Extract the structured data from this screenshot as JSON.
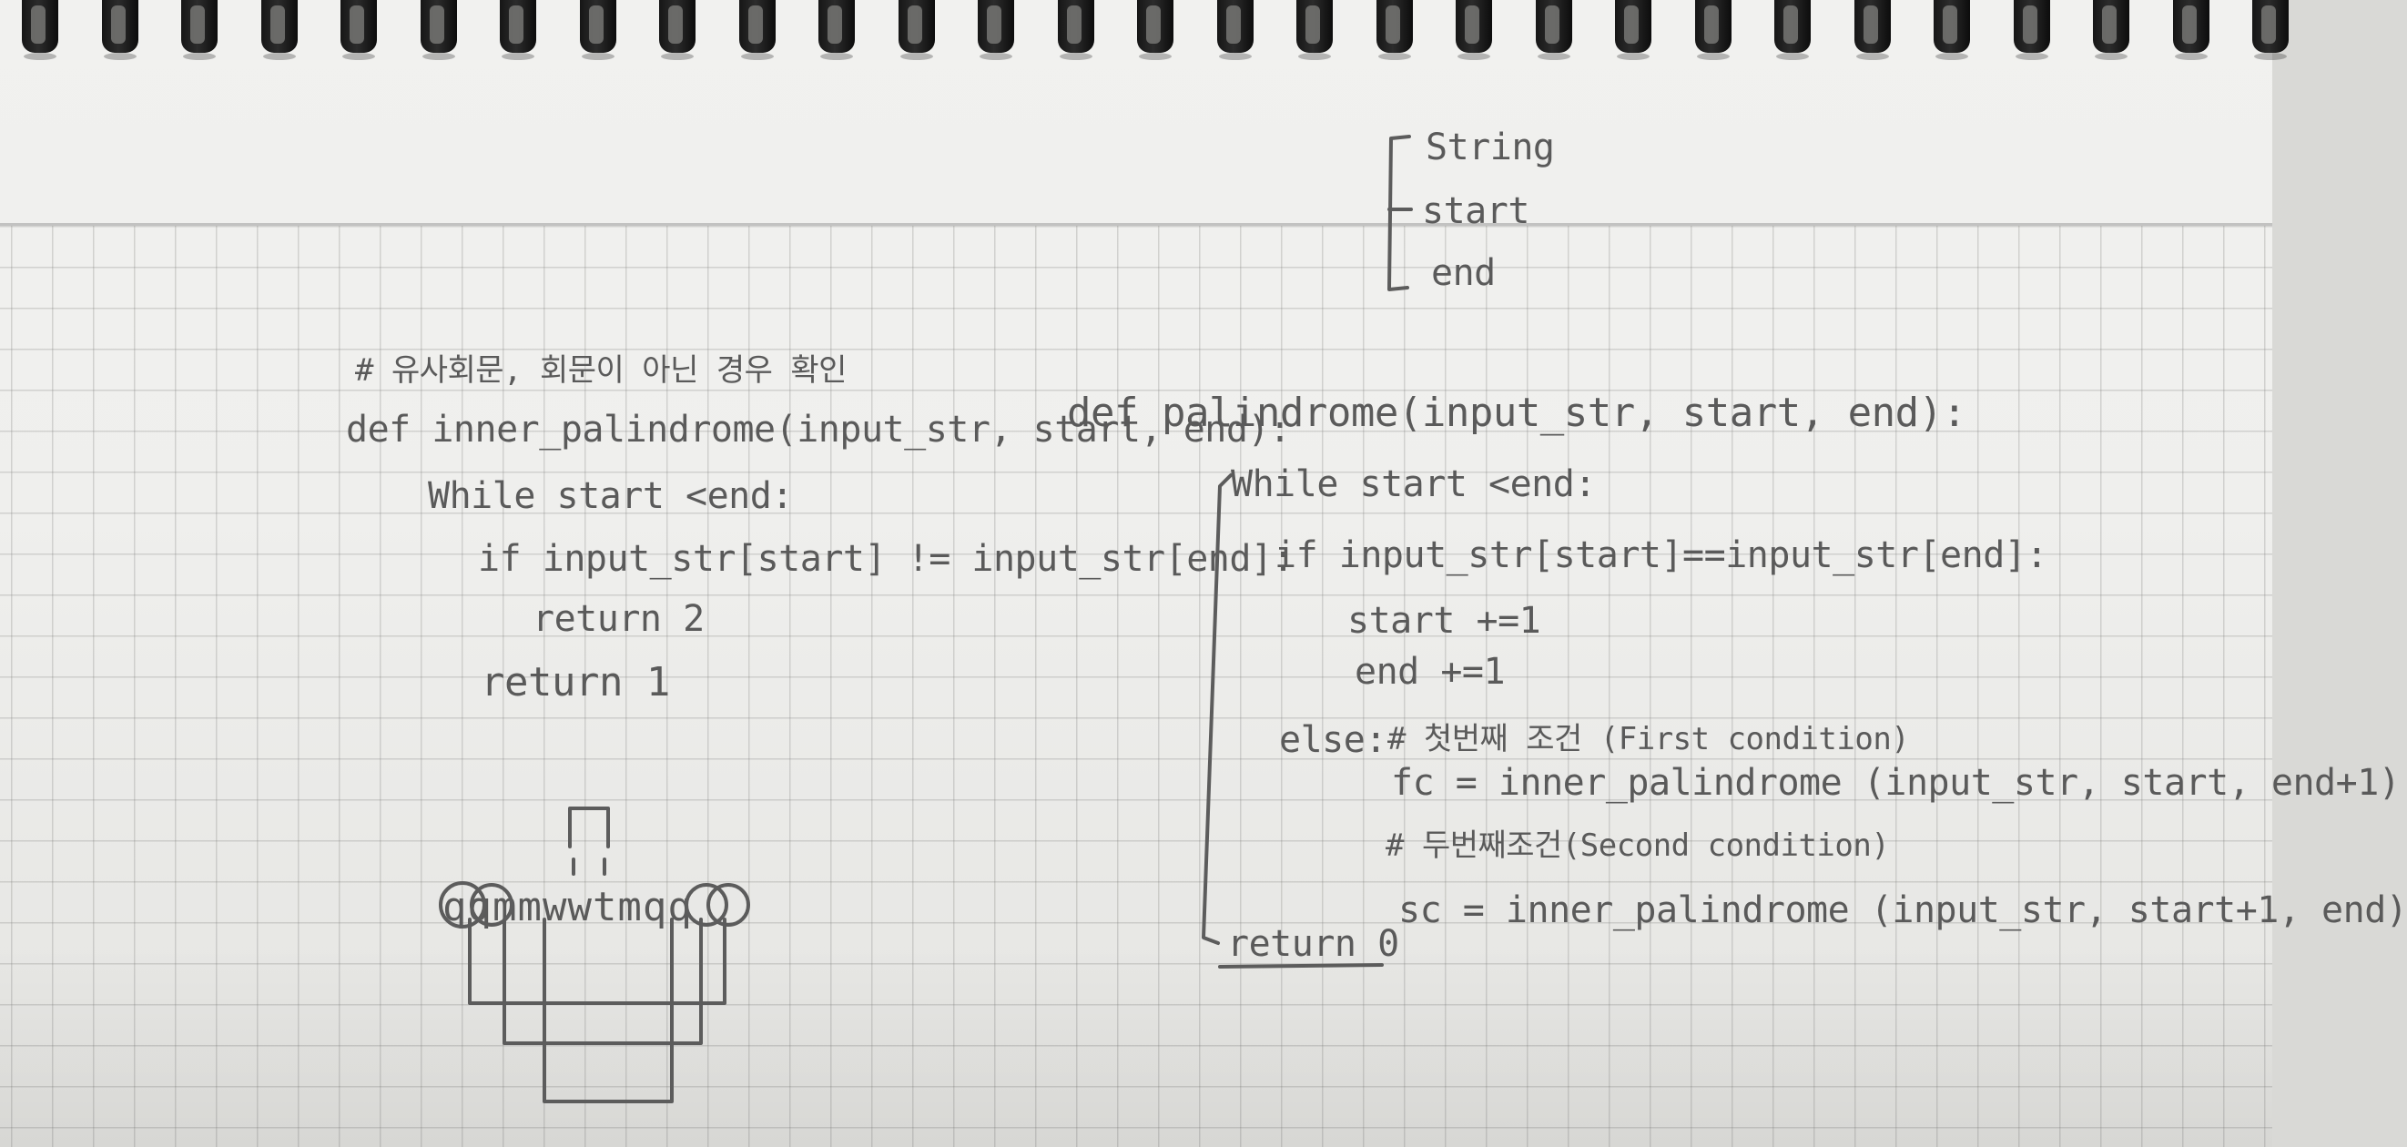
{
  "notebook": {
    "ring_count": 29,
    "colors": {
      "paper": "#efefed",
      "grid": "#9a9a98",
      "ink": "#5a5a5a",
      "spiral": "#1a1a1a"
    }
  },
  "top_bracket": {
    "items": [
      "String",
      "start",
      "end"
    ]
  },
  "left_code": {
    "comment": "# 유사회문, 회문이 아닌 경우 확인",
    "def": "def inner_palindrome(input_str, start, end):",
    "while": "While start <end:",
    "if": "if input_str[start] != input_str[end]:",
    "return2": "return 2",
    "return1": "return 1"
  },
  "diagram": {
    "word": "qqmmwwtmqq"
  },
  "right_code": {
    "def": "def palindrome(input_str, start, end):",
    "while": "While start <end:",
    "if": "if input_str[start]==input_str[end]:",
    "start_inc": "start +=1",
    "end_inc": "end +=1",
    "else": "else:",
    "comment1": "# 첫번째 조건 (First condition)",
    "fc": "fc = inner_palindrome (input_str, start, end+1)",
    "comment2": "# 두번째조건(Second condition)",
    "sc": "sc = inner_palindrome (input_str, start+1, end)",
    "return0": "return 0"
  }
}
